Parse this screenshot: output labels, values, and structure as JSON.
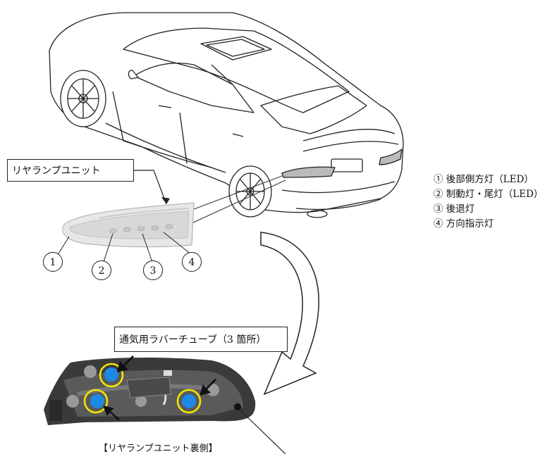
{
  "unit_label": "リヤランプユニット",
  "vent_label": "通気用ラバーチューブ（3 箇所）",
  "caption": "【リヤランプユニット裏側】",
  "callouts": [
    "1",
    "2",
    "3",
    "4"
  ],
  "legend": [
    "① 後部側方灯（LED）",
    "② 制動灯・尾灯（LED）",
    "③ 後退灯",
    "④ 方向指示灯"
  ],
  "colors": {
    "highlight_ring": "#f2e600",
    "bulb": "#1e88e5",
    "line": "#222222"
  }
}
